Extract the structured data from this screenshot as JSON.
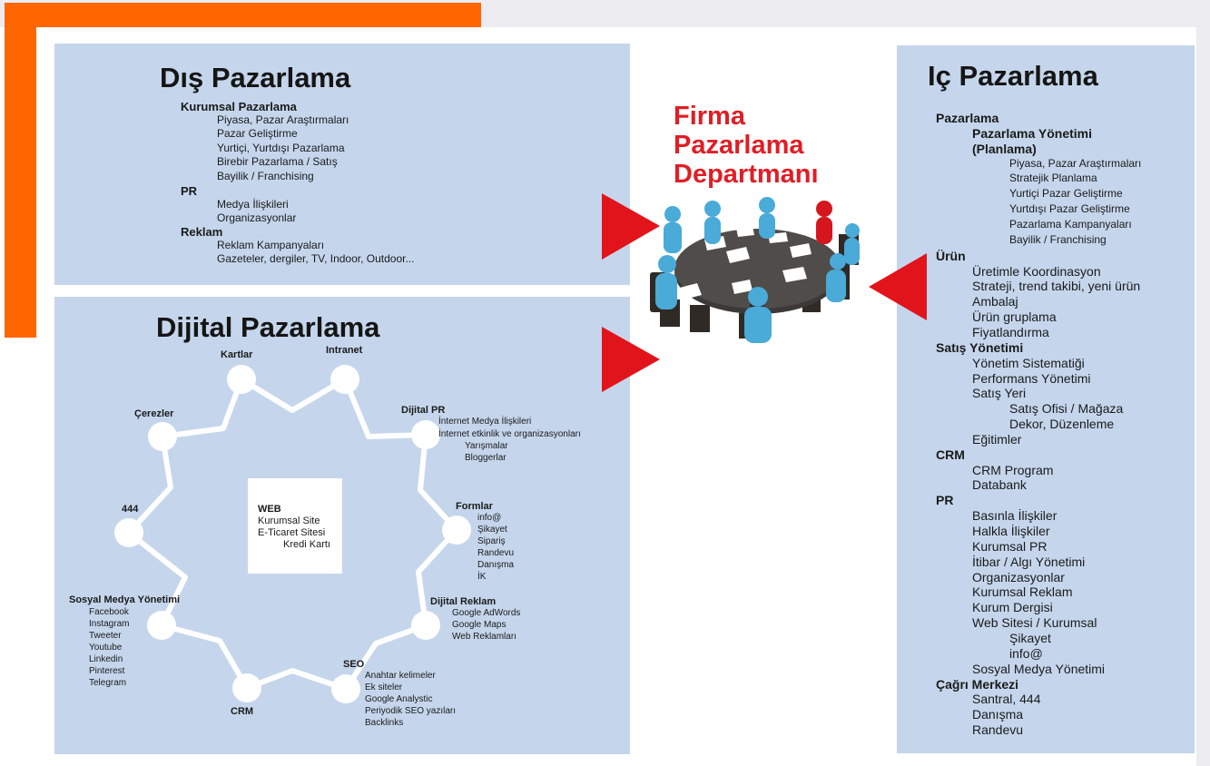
{
  "dis": {
    "title": "Dış Pazarlama",
    "h1": "Kurumsal Pazarlama",
    "items1": [
      "Piyasa, Pazar Araştırmaları",
      "Pazar Geliştirme",
      "Yurtiçi, Yurtdışı Pazarlama",
      "Birebir Pazarlama / Satış",
      "Bayilik / Franchising"
    ],
    "h2": "PR",
    "items2": [
      "Medya İlişkileri",
      "Organizasyonlar"
    ],
    "h3": "Reklam",
    "items3": [
      "Reklam Kampanyaları",
      "Gazeteler, dergiler, TV, Indoor, Outdoor..."
    ]
  },
  "dijital": {
    "title": "Dijital Pazarlama",
    "web": {
      "title": "WEB",
      "lines": [
        "Kurumsal Site",
        "E-Ticaret Sitesi",
        "Kredi Kartı"
      ]
    },
    "nodes": {
      "kartlar": "Kartlar",
      "intranet": "Intranet",
      "cerezler": "Çerezler",
      "n444": "444",
      "dijital_pr": {
        "title": "Dijital PR",
        "items": [
          "İnternet Medya İlişkileri",
          "İnternet etkinlik ve organizasyonları",
          "Yarışmalar",
          "Bloggerlar"
        ]
      },
      "formlar": {
        "title": "Formlar",
        "items": [
          "info@",
          "Şikayet",
          "Sipariş",
          "Randevu",
          "Danışma",
          "İK"
        ]
      },
      "dijital_reklam": {
        "title": "Dijital Reklam",
        "items": [
          "Google AdWords",
          "Google Maps",
          "Web Reklamları"
        ]
      },
      "seo": {
        "title": "SEO",
        "items": [
          "Anahtar kelimeler",
          "Ek siteler",
          "Google Analystic",
          "Periyodik SEO yazıları",
          "Backlinks"
        ]
      },
      "crm": "CRM",
      "sosyal": {
        "title": "Sosyal Medya Yönetimi",
        "items": [
          "Facebook",
          "Instagram",
          "Tweeter",
          "Youtube",
          "Linkedin",
          "Pinterest",
          "Telegram"
        ]
      }
    }
  },
  "firma": {
    "lines": [
      "Firma",
      "Pazarlama",
      "Departmanı"
    ]
  },
  "ic": {
    "title": "Iç Pazarlama",
    "lines": [
      {
        "text": "Pazarlama",
        "level": 0,
        "bold": true
      },
      {
        "text": "Pazarlama Yönetimi",
        "level": 1,
        "bold": true
      },
      {
        "text": "(Planlama)",
        "level": 1,
        "bold": true
      },
      {
        "text": "Piyasa, Pazar Araştırmaları",
        "level": 2,
        "bold": false
      },
      {
        "text": "Stratejik Planlama",
        "level": 2,
        "bold": false
      },
      {
        "text": "Yurtiçi Pazar Geliştirme",
        "level": 2,
        "bold": false
      },
      {
        "text": "Yurtdışı Pazar Geliştirme",
        "level": 2,
        "bold": false
      },
      {
        "text": "Pazarlama Kampanyaları",
        "level": 2,
        "bold": false
      },
      {
        "text": "Bayilik / Franchising",
        "level": 2,
        "bold": false
      },
      {
        "text": "Ürün",
        "level": 0,
        "bold": true
      },
      {
        "text": "Üretimle Koordinasyon",
        "level": 1,
        "bold": false
      },
      {
        "text": "Strateji, trend takibi, yeni ürün",
        "level": 1,
        "bold": false
      },
      {
        "text": "Ambalaj",
        "level": 1,
        "bold": false
      },
      {
        "text": "Ürün gruplama",
        "level": 1,
        "bold": false
      },
      {
        "text": "Fiyatlandırma",
        "level": 1,
        "bold": false
      },
      {
        "text": "Satış Yönetimi",
        "level": 0,
        "bold": true
      },
      {
        "text": "Yönetim Sistematiği",
        "level": 1,
        "bold": false
      },
      {
        "text": "Performans Yönetimi",
        "level": 1,
        "bold": false
      },
      {
        "text": "Satış Yeri",
        "level": 1,
        "bold": false
      },
      {
        "text": "Satış Ofisi / Mağaza",
        "level": 2,
        "bold": false
      },
      {
        "text": "Dekor, Düzenleme",
        "level": 2,
        "bold": false
      },
      {
        "text": "Eğitimler",
        "level": 1,
        "bold": false
      },
      {
        "text": "CRM",
        "level": 0,
        "bold": true
      },
      {
        "text": "CRM Program",
        "level": 1,
        "bold": false
      },
      {
        "text": "Databank",
        "level": 1,
        "bold": false
      },
      {
        "text": "PR",
        "level": 0,
        "bold": true
      },
      {
        "text": "Basınla İlişkiler",
        "level": 1,
        "bold": false
      },
      {
        "text": "Halkla İlişkiler",
        "level": 1,
        "bold": false
      },
      {
        "text": "Kurumsal PR",
        "level": 1,
        "bold": false
      },
      {
        "text": "İtibar / Algı Yönetimi",
        "level": 1,
        "bold": false
      },
      {
        "text": "Organizasyonlar",
        "level": 1,
        "bold": false
      },
      {
        "text": "Kurumsal Reklam",
        "level": 1,
        "bold": false
      },
      {
        "text": "Kurum Dergisi",
        "level": 1,
        "bold": false
      },
      {
        "text": "Web Sitesi / Kurumsal",
        "level": 1,
        "bold": false
      },
      {
        "text": "Şikayet",
        "level": 2,
        "bold": false
      },
      {
        "text": "info@",
        "level": 2,
        "bold": false
      },
      {
        "text": "Sosyal Medya Yönetimi",
        "level": 1,
        "bold": false
      },
      {
        "text": "Çağrı Merkezi",
        "level": 0,
        "bold": true
      },
      {
        "text": "Santral, 444",
        "level": 1,
        "bold": false
      },
      {
        "text": "Danışma",
        "level": 1,
        "bold": false
      },
      {
        "text": "Randevu",
        "level": 1,
        "bold": false
      }
    ]
  }
}
